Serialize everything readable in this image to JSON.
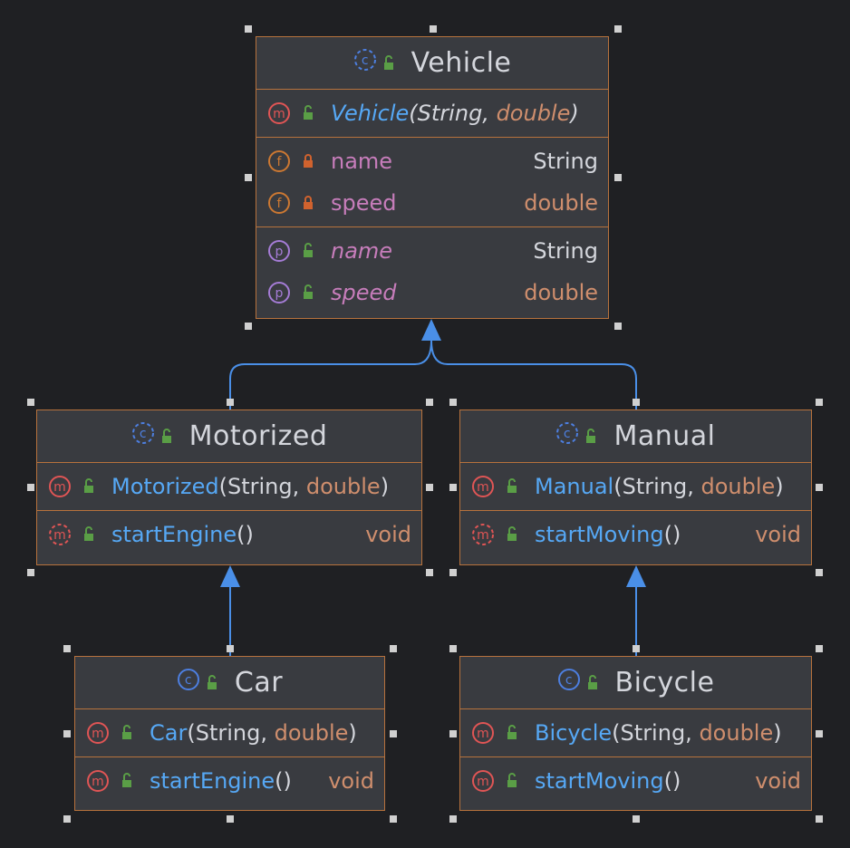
{
  "colors": {
    "background": "#1f2023",
    "box_fill": "#393b40",
    "box_border": "#b7723d",
    "method_icon": "#e05555",
    "field_icon": "#cc7832",
    "property_icon": "#a57cd6",
    "class_icon": "#4d7fe0",
    "access_public": "#5a9e46",
    "access_private": "#d0622e",
    "method_name": "#56a8f5",
    "field_name": "#c77dbb",
    "type_text": "#cf8e6d",
    "arrow": "#4a8fe7"
  },
  "classes": {
    "vehicle": {
      "title": "Vehicle",
      "icon": "abstract-class-icon",
      "constructor": {
        "name": "Vehicle",
        "open": "(",
        "p1": "String",
        "sep": ", ",
        "p2": "double",
        "close": ")"
      },
      "fields": [
        {
          "name": "name",
          "type": "String"
        },
        {
          "name": "speed",
          "type": "double"
        }
      ],
      "properties": [
        {
          "name": "name",
          "type": "String"
        },
        {
          "name": "speed",
          "type": "double"
        }
      ]
    },
    "motorized": {
      "title": "Motorized",
      "icon": "abstract-class-icon",
      "constructor": {
        "name": "Motorized",
        "open": "(",
        "p1": "String",
        "sep": ", ",
        "p2": "double",
        "close": ")"
      },
      "method": {
        "name": "startEngine",
        "parens": "()",
        "type": "void"
      }
    },
    "manual": {
      "title": "Manual",
      "icon": "abstract-class-icon",
      "constructor": {
        "name": "Manual",
        "open": "(",
        "p1": "String",
        "sep": ", ",
        "p2": "double",
        "close": ")"
      },
      "method": {
        "name": "startMoving",
        "parens": "()",
        "type": "void"
      }
    },
    "car": {
      "title": "Car",
      "icon": "class-icon",
      "constructor": {
        "name": "Car",
        "open": "(",
        "p1": "String",
        "sep": ", ",
        "p2": "double",
        "close": ")"
      },
      "method": {
        "name": "startEngine",
        "parens": "()",
        "type": "void"
      }
    },
    "bicycle": {
      "title": "Bicycle",
      "icon": "class-icon",
      "constructor": {
        "name": "Bicycle",
        "open": "(",
        "p1": "String",
        "sep": ", ",
        "p2": "double",
        "close": ")"
      },
      "method": {
        "name": "startMoving",
        "parens": "()",
        "type": "void"
      }
    }
  },
  "edges": [
    {
      "from": "Motorized",
      "to": "Vehicle",
      "kind": "inheritance"
    },
    {
      "from": "Manual",
      "to": "Vehicle",
      "kind": "inheritance"
    },
    {
      "from": "Car",
      "to": "Motorized",
      "kind": "inheritance"
    },
    {
      "from": "Bicycle",
      "to": "Manual",
      "kind": "inheritance"
    }
  ]
}
